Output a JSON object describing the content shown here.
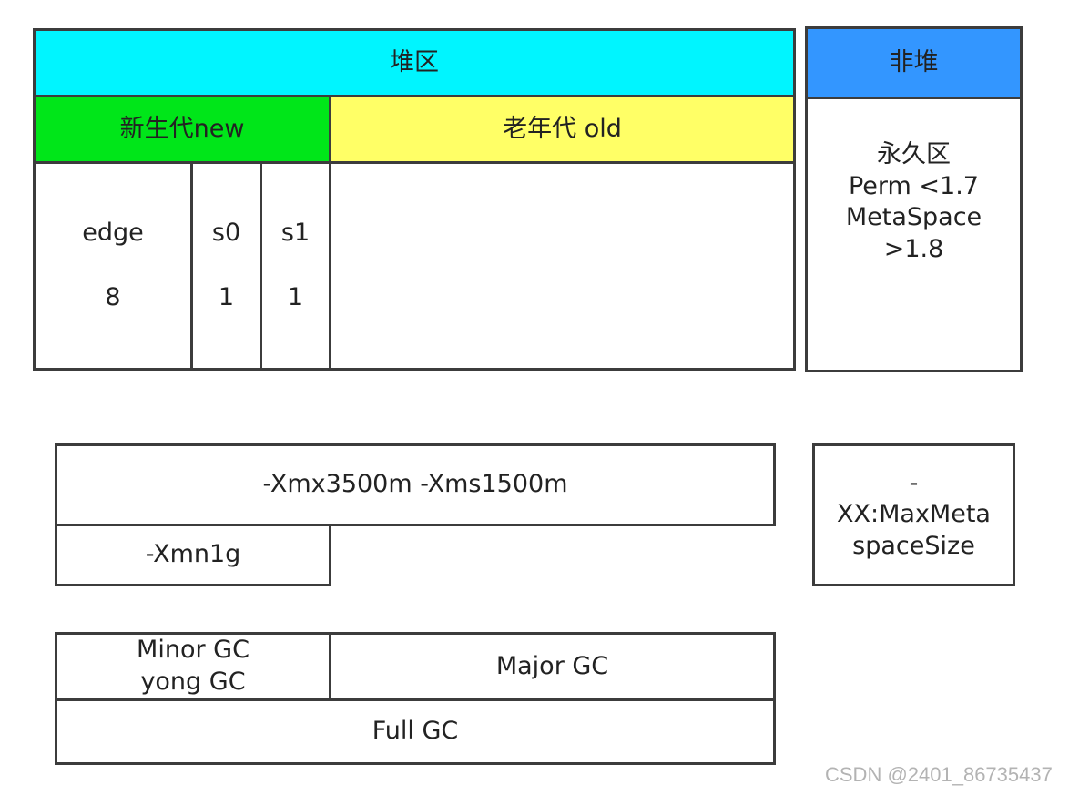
{
  "heap": {
    "title": "堆区",
    "color": "#00f5ff",
    "young": {
      "label": "新生代new",
      "color": "#00e619",
      "eden": {
        "name": "edge",
        "ratio": "8"
      },
      "s0": {
        "name": "s0",
        "ratio": "1"
      },
      "s1": {
        "name": "s1",
        "ratio": "1"
      }
    },
    "old": {
      "label": "老年代 old",
      "color": "#ffff66"
    }
  },
  "nonheap": {
    "title": "非堆",
    "color": "#3396ff",
    "perm": "永久区\nPerm <1.7\nMetaSpace\n>1.8"
  },
  "params": {
    "heap_size": "-Xmx3500m -Xms1500m",
    "young_size": "-Xmn1g",
    "meta_size": "-\nXX:MaxMeta\nspaceSize"
  },
  "gc": {
    "minor": "Minor GC\nyong GC",
    "major": "Major GC",
    "full": "Full GC"
  },
  "watermark": "CSDN @2401_86735437"
}
